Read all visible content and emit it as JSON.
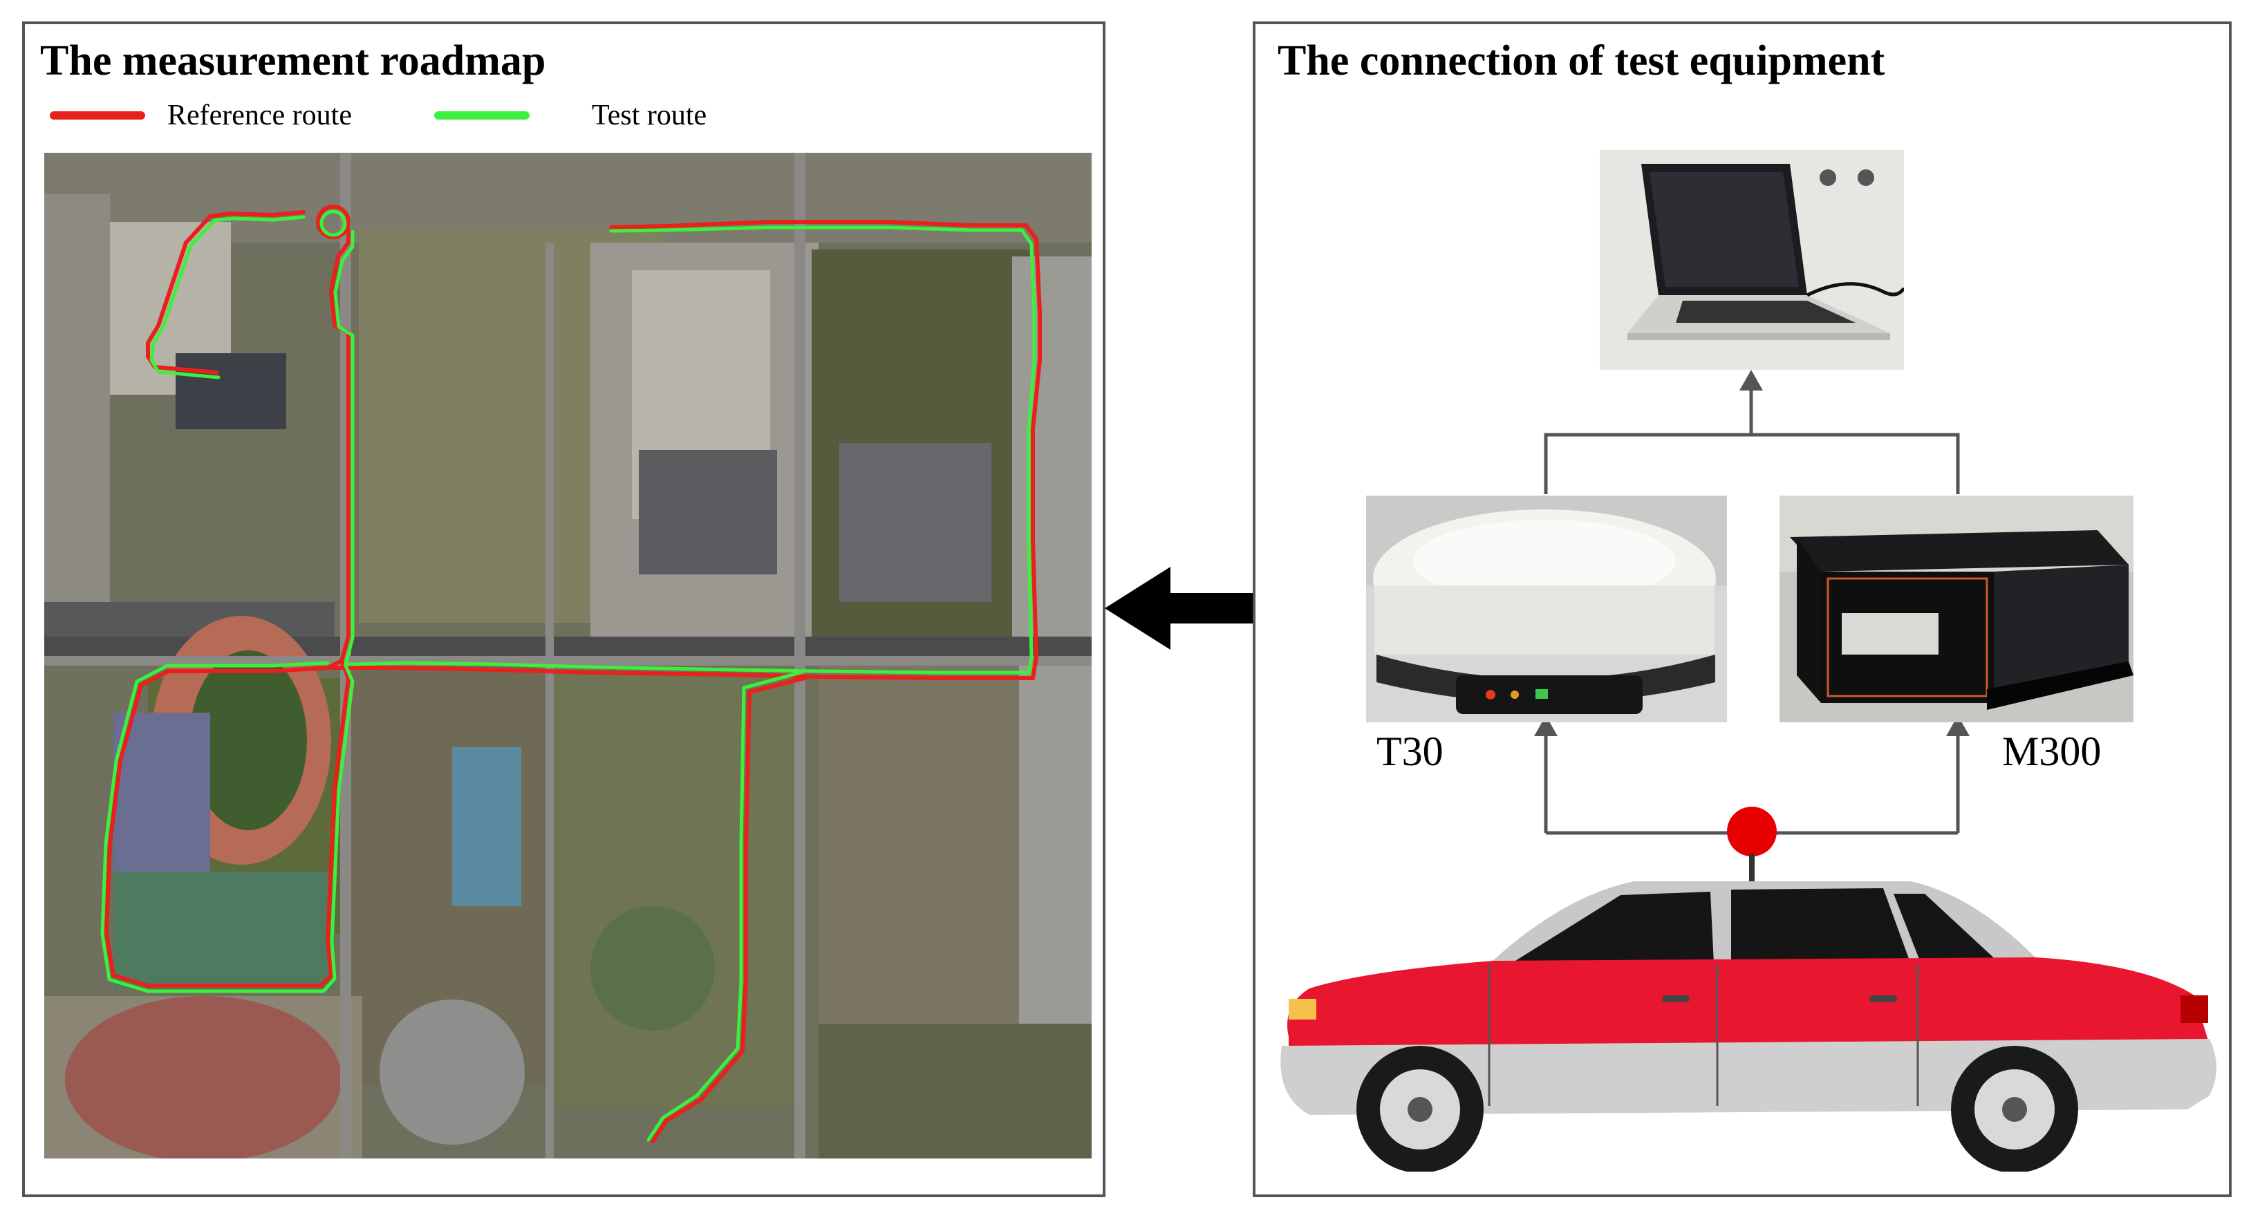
{
  "left_panel": {
    "title": "The measurement roadmap",
    "legend": [
      {
        "label": "Reference route",
        "color": "#e8211c"
      },
      {
        "label": "Test route",
        "color": "#3df03d"
      }
    ]
  },
  "right_panel": {
    "title": "The connection of test equipment",
    "devices": {
      "left_label": "T30",
      "right_label": "M300"
    }
  },
  "colors": {
    "border": "#555555",
    "reference_route": "#e8211c",
    "test_route": "#3df03d",
    "arrow": "#000000",
    "car_red": "#e8172f",
    "antenna": "#e60000"
  },
  "icons": {
    "arrow": "left-arrow-icon",
    "laptop": "laptop-icon",
    "car": "car-icon",
    "antenna": "antenna-icon"
  }
}
